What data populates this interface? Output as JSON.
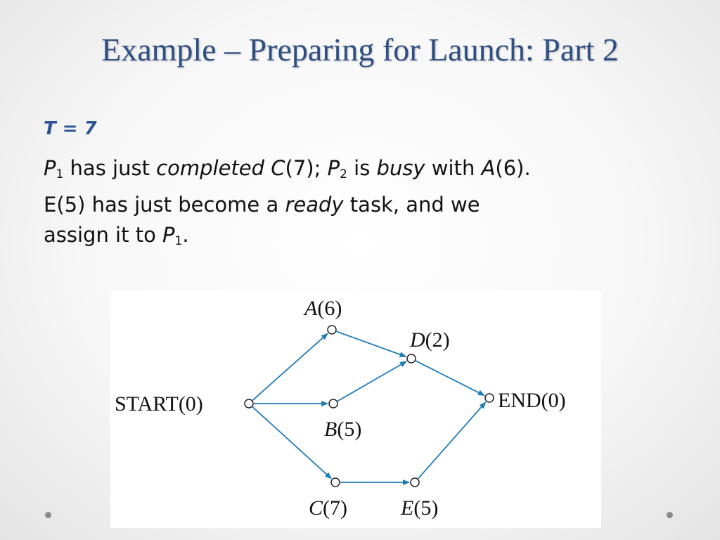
{
  "slide": {
    "title": "Example – Preparing for Launch: Part 2",
    "heading": "T = 7",
    "body": {
      "p_letter": "P",
      "sub_1": "1",
      "sub_2": "2",
      "has_just": " has just ",
      "completed": "completed",
      "space": " ",
      "c_task": "C",
      "c_dur_semi": "(7); ",
      "is": " is ",
      "busy": "busy",
      "with": " with ",
      "a_task": "A",
      "a_dur_end": "(6).",
      "line2_start": "E(5) has just become a ",
      "ready": "ready",
      "line2_end": " task, and we",
      "line3_start": "assign it to ",
      "period": "."
    }
  },
  "diagram": {
    "colors": {
      "edge": "#1f7bb7",
      "node_fill": "#ffffff",
      "node_stroke": "#222222",
      "text": "#111111"
    },
    "nodes": [
      {
        "id": "start",
        "name": "START",
        "dur": "(0)",
        "italic": false
      },
      {
        "id": "a",
        "name": "A",
        "dur": "(6)",
        "italic": true
      },
      {
        "id": "b",
        "name": "B",
        "dur": "(5)",
        "italic": true
      },
      {
        "id": "c",
        "name": "C",
        "dur": "(7)",
        "italic": true
      },
      {
        "id": "d",
        "name": "D",
        "dur": "(2)",
        "italic": true
      },
      {
        "id": "e",
        "name": "E",
        "dur": "(5)",
        "italic": true
      },
      {
        "id": "end",
        "name": "END",
        "dur": "(0)",
        "italic": false
      }
    ],
    "edges": [
      [
        "start",
        "a"
      ],
      [
        "start",
        "b"
      ],
      [
        "start",
        "c"
      ],
      [
        "a",
        "d"
      ],
      [
        "b",
        "d"
      ],
      [
        "c",
        "e"
      ],
      [
        "d",
        "end"
      ],
      [
        "e",
        "end"
      ]
    ]
  }
}
